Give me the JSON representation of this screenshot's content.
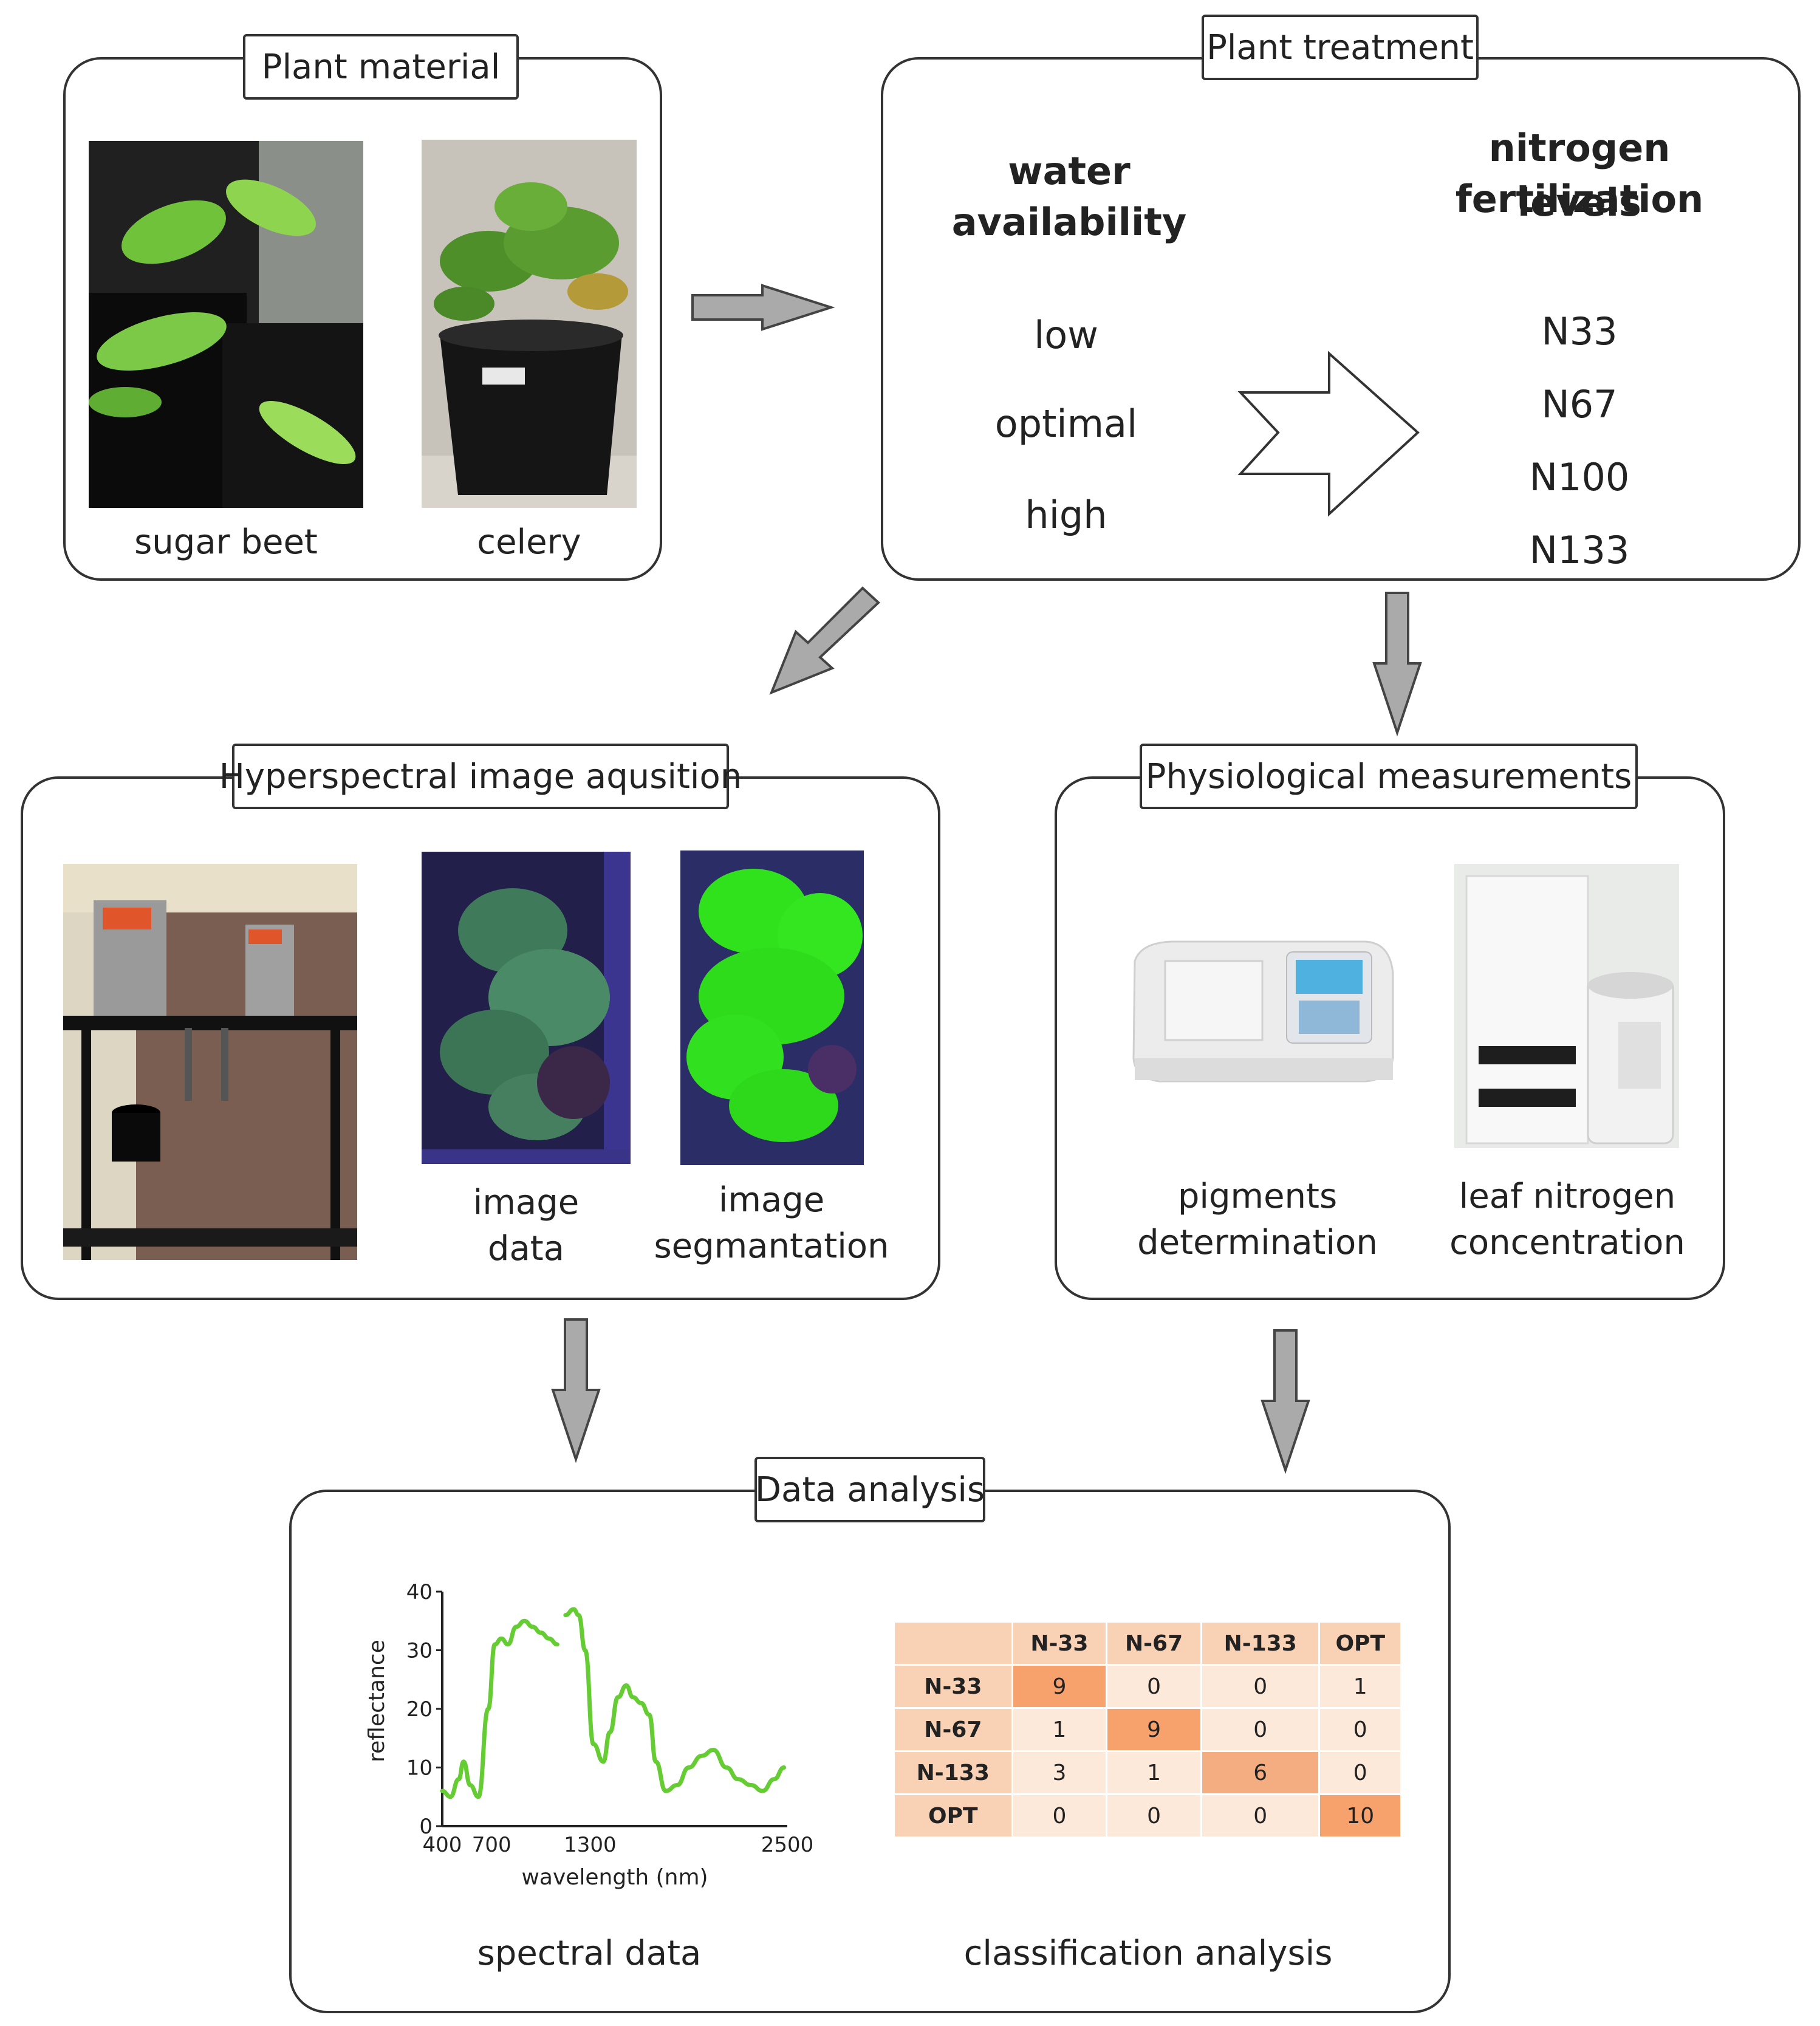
{
  "plant_material": {
    "title": "Plant material",
    "items": [
      "sugar beet",
      "celery"
    ]
  },
  "plant_treatment": {
    "title": "Plant treatment",
    "water_header": "water availability",
    "nitrogen_header_1": "nitrogen fertilization",
    "nitrogen_header_2": "levels",
    "water_levels": [
      "low",
      "optimal",
      "high"
    ],
    "nitrogen_levels": [
      "N33",
      "N67",
      "N100",
      "N133"
    ]
  },
  "hyperspectral": {
    "title": "Hyperspectral image aqusition",
    "image_data_1": "image",
    "image_data_2": "data",
    "segmentation_1": "image",
    "segmentation_2": "segmantation"
  },
  "physiological": {
    "title": "Physiological measurements",
    "pigments_1": "pigments",
    "pigments_2": "determination",
    "nitrogen_1": "leaf nitrogen",
    "nitrogen_2": "concentration"
  },
  "data_analysis": {
    "title": "Data analysis",
    "spectral_caption": "spectral data",
    "classification_caption": "classification analysis"
  },
  "chart_data": [
    {
      "type": "line",
      "xlabel": "wavelength (nm)",
      "ylabel": "reflectance",
      "xticks": [
        400,
        700,
        1300,
        2500
      ],
      "yticks": [
        0,
        10,
        20,
        30,
        40
      ],
      "xlim": [
        400,
        2500
      ],
      "ylim": [
        0,
        40
      ],
      "color": "#66cc33",
      "segments": [
        {
          "x": [
            400,
            450,
            500,
            530,
            570,
            620,
            680,
            720,
            760,
            800,
            850,
            900,
            950,
            1000,
            1050,
            1100
          ],
          "y": [
            6,
            5,
            8,
            11,
            7,
            5,
            20,
            31,
            32,
            31,
            34,
            35,
            34,
            33,
            32,
            31
          ]
        },
        {
          "x": [
            1150,
            1200,
            1230,
            1270,
            1320,
            1380,
            1420,
            1470,
            1520,
            1560,
            1610,
            1660,
            1700,
            1760,
            1830,
            1900,
            1980,
            2050,
            2130,
            2200,
            2280,
            2350,
            2420,
            2480
          ],
          "y": [
            36,
            37,
            36,
            30,
            14,
            11,
            16,
            22,
            24,
            22,
            21,
            19,
            11,
            6,
            7,
            10,
            12,
            13,
            10,
            8,
            7,
            6,
            8,
            10
          ]
        }
      ]
    },
    {
      "type": "table",
      "columns": [
        "",
        "N-33",
        "N-67",
        "N-133",
        "OPT"
      ],
      "rows": [
        {
          "label": "N-33",
          "values": [
            "9",
            "0",
            "0",
            "1"
          ]
        },
        {
          "label": "N-67",
          "values": [
            "1",
            "9",
            "0",
            "0"
          ]
        },
        {
          "label": "N-133",
          "values": [
            "3",
            "1",
            "6",
            "0"
          ]
        },
        {
          "label": "OPT",
          "values": [
            "0",
            "0",
            "0",
            "10"
          ]
        }
      ]
    }
  ]
}
